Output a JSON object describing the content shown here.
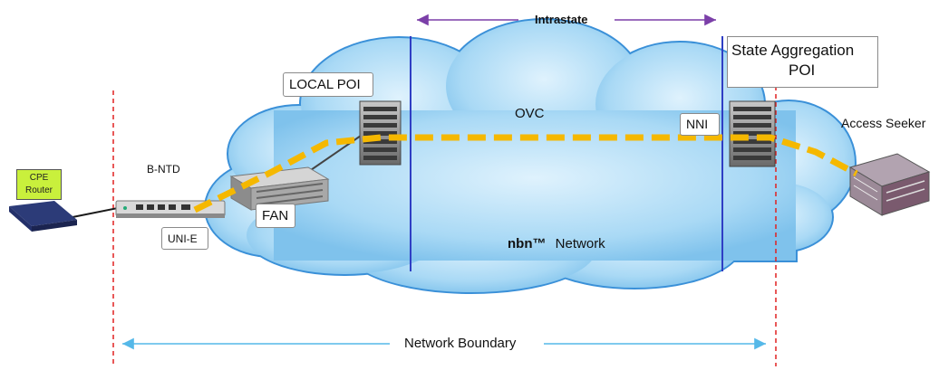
{
  "labels": {
    "intrastate": "Intrastate",
    "state_aggregation_poi_line1": "State Aggregation",
    "state_aggregation_poi_line2": "POI",
    "local_poi": "LOCAL POI",
    "ovc": "OVC",
    "nni": "NNI",
    "access_seeker": "Access Seeker",
    "cpe_router_line1": "CPE",
    "cpe_router_line2": "Router",
    "b_ntd": "B-NTD",
    "fan": "FAN",
    "uni_e": "UNI-E",
    "nbn_network_brand": "nbn™",
    "nbn_network_word": "Network",
    "network_boundary": "Network Boundary"
  },
  "colors": {
    "cloud_fill": "#a9d9f5",
    "cloud_edge": "#3a90d8",
    "service_path": "#f5b800",
    "intrastate_arrow": "#7b3fa8",
    "boundary_arrow": "#55b8e8",
    "boundary_line": "#e02020",
    "blue_divider": "#2f3ec4",
    "cpe_label_fill": "#c9f03c"
  }
}
